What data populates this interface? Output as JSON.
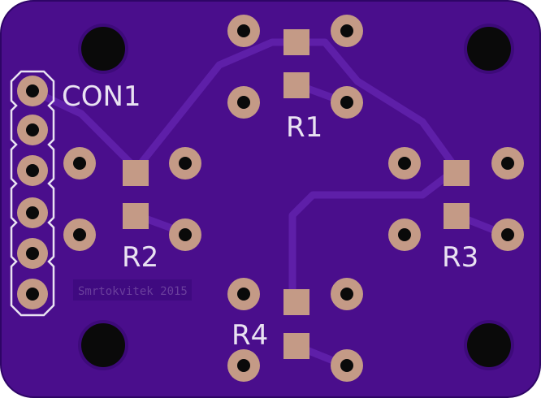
{
  "labels": {
    "connector": "CON1",
    "r1": "R1",
    "r2": "R2",
    "r3": "R3",
    "r4": "R4",
    "signature": "Smrtokvitek 2015"
  },
  "colors": {
    "board": "#4a0e8c",
    "board_edge": "#3a0878",
    "copper_trace": "#5b1ea6",
    "pad_copper": "#c49a86",
    "drill_hole": "#0a0a0a",
    "silkscreen": "#e9e2f2"
  }
}
